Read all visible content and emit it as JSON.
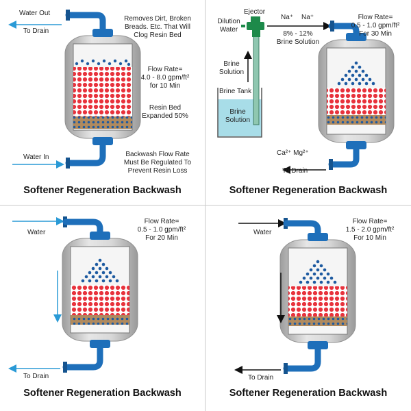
{
  "colors": {
    "pipe_blue": "#1e6fba",
    "arrow_blue": "#2a9ad6",
    "tank_gray": "#c9c9c9",
    "resin_red": "#e8323c",
    "gravel_tan": "#b08a5e",
    "dot_blue": "#1d5aa0",
    "brine_water": "#a8dde8",
    "ejector_green": "#1d8a4a"
  },
  "panels": [
    {
      "caption": "Softener Regeneration Backwash",
      "labels": {
        "water_out": "Water Out",
        "to_drain_top": "To Drain",
        "removes_dirt": [
          "Removes Dirt, Broken",
          "Breads. Etc. That Will",
          "Clog Resin Bed"
        ],
        "flow_rate": [
          "Flow Rate=",
          "4.0 - 8.0 gpm/ft²",
          "for 10 Min"
        ],
        "resin_bed": [
          "Resin Bed",
          "Expanded 50%"
        ],
        "water_in": "Water In",
        "backwash_note": [
          "Backwash Flow Rate",
          "Must Be Regulated To",
          "Prevent Resin Loss"
        ]
      }
    },
    {
      "caption": "Softener Regeneration Backwash",
      "labels": {
        "ejector": "Ejector",
        "dilution_water": [
          "Dilution",
          "Water"
        ],
        "na1": "Na⁺",
        "na2": "Na⁺",
        "brine_solution_pct": [
          "8% - 12%",
          "Brine Solution"
        ],
        "brine_solution_pipe": [
          "Brine",
          "Solution"
        ],
        "brine_tank": "Brine Tank",
        "brine_solution_tank": [
          "Brine",
          "Solution"
        ],
        "flow_rate": [
          "Flow Rate=",
          "0.5 - 1.0 gpm/ft²",
          "For 30 Min"
        ],
        "ions": "Ca²⁺ Mg²⁺",
        "to_drain": "To Drain"
      }
    },
    {
      "caption": "Softener Regeneration Backwash",
      "labels": {
        "water": "Water",
        "flow_rate": [
          "Flow Rate=",
          "0.5 - 1.0 gpm/ft²",
          "For 20 Min"
        ],
        "to_drain": "To Drain"
      }
    },
    {
      "caption": "Softener Regeneration Backwash",
      "labels": {
        "water": "Water",
        "flow_rate": [
          "Flow Rate=",
          "1.5 - 2.0 gpm/ft²",
          "For 10 Min"
        ],
        "to_drain": "To Drain"
      }
    }
  ]
}
